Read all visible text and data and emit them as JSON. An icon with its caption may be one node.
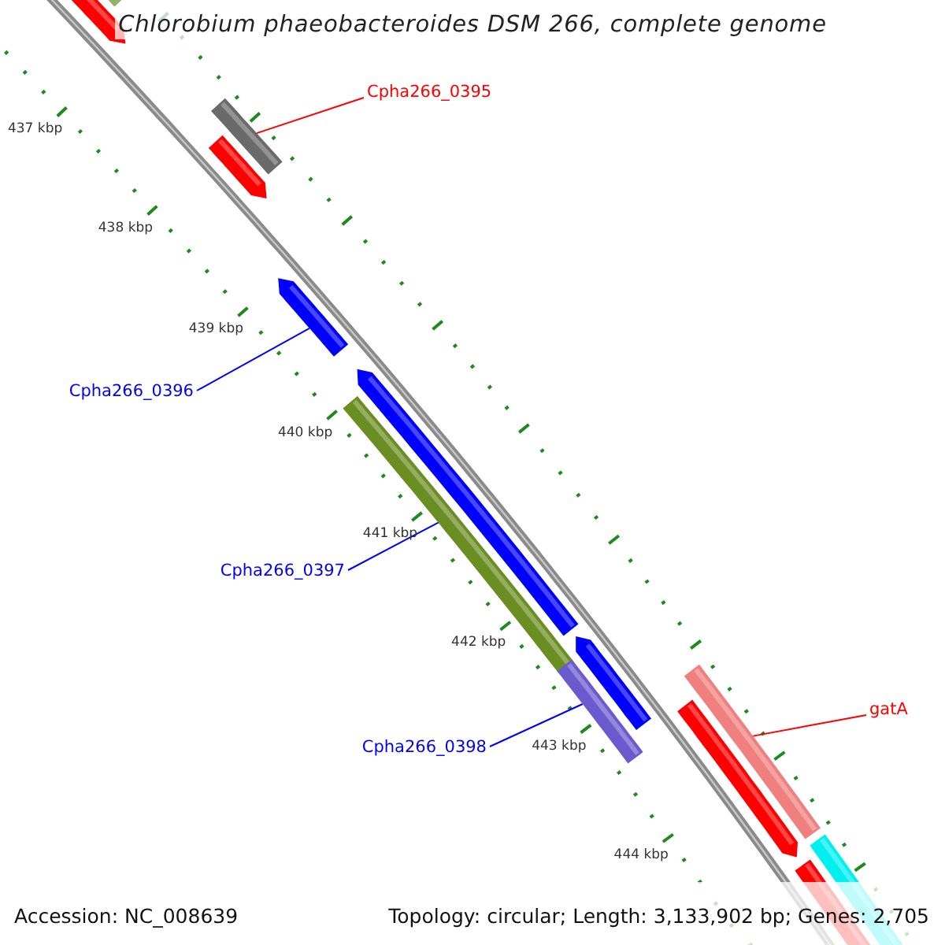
{
  "diagram": {
    "title": "Chlorobium phaeobacteroides DSM 266, complete genome",
    "nodes": [
      {
        "text": [
          "Cpha266_0395"
        ]
      },
      {
        "text": [],
        "shape": "bar"
      },
      {
        "text": [
          "Cpha266_0396"
        ]
      },
      {
        "text": [],
        "shape": "bar"
      },
      {
        "text": [
          "Cpha266_0397"
        ]
      },
      {
        "text": [],
        "shape": "bar"
      },
      {
        "text": [
          "Cpha266_0398"
        ]
      },
      {
        "text": [],
        "shape": "bar"
      },
      {
        "text": [
          "gatA"
        ]
      },
      {
        "text": [],
        "shape": "bar"
      }
    ],
    "edges": [
      {
        "from": 0,
        "to": 1,
        "arrow": "none",
        "color": "#ff0000"
      },
      {
        "from": 2,
        "to": 3,
        "arrow": "none"
      },
      {
        "from": 4,
        "to": 5,
        "arrow": "none"
      },
      {
        "from": 6,
        "to": 7,
        "arrow": "none"
      },
      {
        "from": 8,
        "to": 9,
        "arrow": "none",
        "color": "#ff0000"
      }
    ],
    "labels": [
      "437 kbp",
      "438 kbp",
      "439 kbp",
      "440 kbp",
      "441 kbp",
      "442 kbp",
      "443 kbp",
      "444 kbp",
      "Accession: NC_008639",
      "Topology: circular; Length: 3,133,902 bp; Genes: 2,705"
    ]
  }
}
